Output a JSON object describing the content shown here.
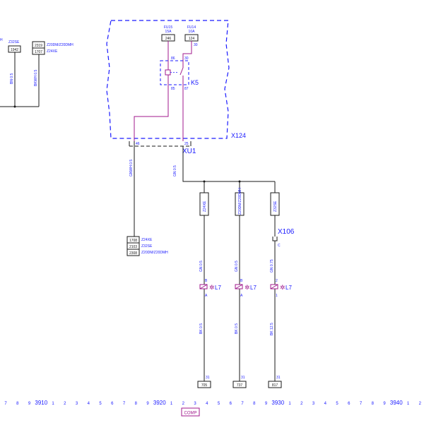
{
  "colors": {
    "wire_black": "#1a1a1a",
    "wire_purple": "#a0198c",
    "text_blue": "#1a1aff",
    "dash_blue": "#1a1aff",
    "connector_fill": "#ffffff"
  },
  "top_left": {
    "cut_label": "H",
    "z32se": "Z32SE",
    "z20": "Z20DM/Z20DMH",
    "z24": "Z24XE",
    "box_1942": "1942",
    "box_2319": "2319",
    "box_1707": "1707",
    "wire_bn": "BN 0.5",
    "wire_bkwh": "BKWH 0.5"
  },
  "relay_module": {
    "fuse_left_name": "FU15",
    "fuse_left_rating": "15A",
    "fuse_left_box": "246",
    "fuse_right_name": "FU14",
    "fuse_right_rating": "10A",
    "fuse_right_box": "124",
    "pin_30_top": "30",
    "pin_86": "86",
    "pin_30": "30",
    "pin_85": "85",
    "pin_87": "87",
    "relay_label": "K5",
    "module_label": "X124"
  },
  "xu1": {
    "label": "XU1",
    "pin_left": "46",
    "pin_right": "25"
  },
  "left_wire": {
    "label": "GNWH 0.5",
    "box_1708": "1708",
    "box_2103": "2103",
    "box_2308": "2308",
    "lbl_1708": "Z24XE",
    "lbl_2103": "Z32SE",
    "lbl_2308": "Z20DM/Z20DMH"
  },
  "branches": {
    "trunk_label": "GN 0.5",
    "b1_variant": "Z24XE",
    "b2_variant": "Z20DM/Z20DMH",
    "b3_variant": "Z32SE",
    "x106": "X106",
    "x106_pin": "C",
    "b1_top_wire": "GN 0.5",
    "b2_top_wire": "GN 0.5",
    "b3_top_wire": "GN 0.75",
    "b1_pin_b": "B",
    "b1_pin_a": "A",
    "b2_pin_b": "B",
    "b2_pin_a": "A",
    "b3_pin_b": "2",
    "b3_pin_a": "1",
    "l7_1": "L7",
    "l7_2": "L7",
    "l7_3": "L7",
    "b1_bot_wire": "BK 0.5",
    "b2_bot_wire": "BK 0.5",
    "b3_bot_wire": "BK 12.5",
    "b1_gnd_pin": "31",
    "b2_gnd_pin": "31",
    "b3_gnd_pin": "31",
    "b1_gnd": "705",
    "b2_gnd": "737",
    "b3_gnd": "817"
  },
  "ruler": {
    "ticks": [
      "7",
      "8",
      "9",
      "3910",
      "1",
      "2",
      "3",
      "4",
      "5",
      "6",
      "7",
      "8",
      "9",
      "3920",
      "1",
      "2",
      "3",
      "4",
      "5",
      "6",
      "7",
      "8",
      "9",
      "3930",
      "1",
      "2",
      "3",
      "4",
      "5",
      "6",
      "7",
      "8",
      "9",
      "3940",
      "1",
      "2"
    ],
    "comp": "COMP"
  }
}
